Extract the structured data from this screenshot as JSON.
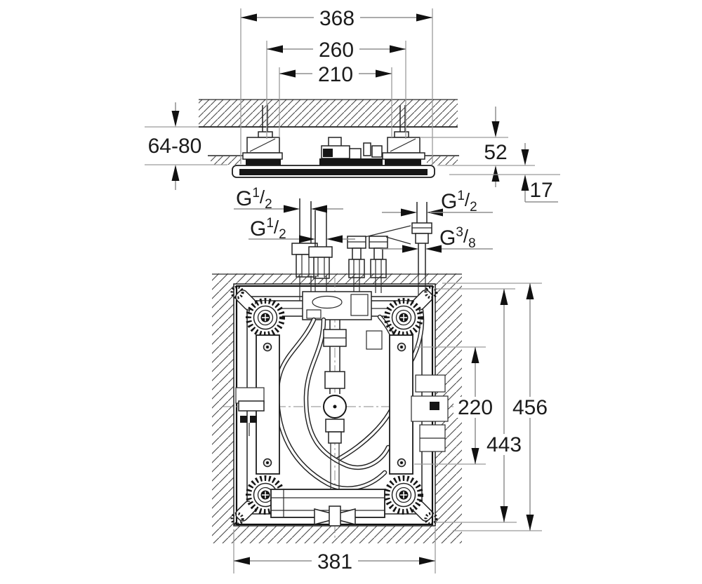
{
  "dimensions": {
    "overall_width": "368",
    "bracket_spacing": "260",
    "inner_spacing": "210",
    "ceiling_recess_depth": "64-80",
    "housing_height": "52",
    "panel_projection": "17",
    "rail_hole_spacing": "220",
    "cutout_height": "456",
    "frame_height": "443",
    "frame_width": "381"
  },
  "thread_labels": {
    "supply_1": {
      "prefix": "G",
      "numerator": "1",
      "denominator": "2"
    },
    "supply_2": {
      "prefix": "G",
      "numerator": "1",
      "denominator": "2"
    },
    "supply_3": {
      "prefix": "G",
      "numerator": "1",
      "denominator": "2"
    },
    "hand_shower": {
      "prefix": "G",
      "numerator": "3",
      "denominator": "8"
    }
  },
  "glyphs": {
    "fraction_slash": "/"
  },
  "style": {
    "background": "#ffffff",
    "line_color": "#222222",
    "dim_line_color": "#8f8f8f",
    "text_color": "#1b1b1b"
  }
}
